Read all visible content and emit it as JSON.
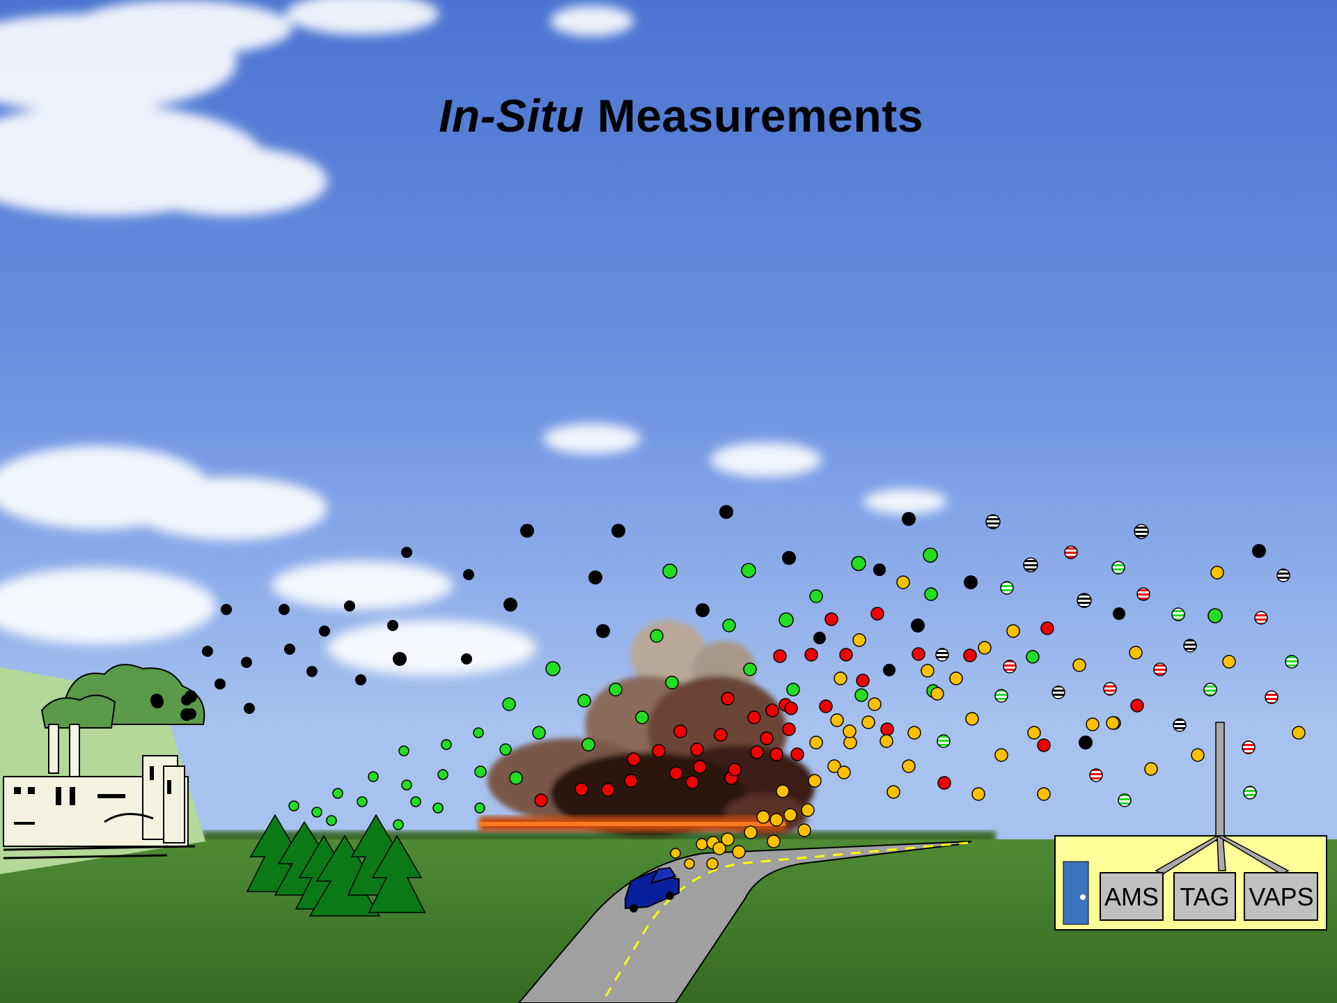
{
  "title": {
    "italic_part": "In-Situ",
    "rest": " Measurements"
  },
  "station": {
    "instruments": [
      "AMS",
      "TAG",
      "VAPS"
    ]
  },
  "particle_colors": {
    "black": "#000000",
    "green": "#22dd22",
    "red": "#ee0000",
    "orange": "#ffc000"
  }
}
